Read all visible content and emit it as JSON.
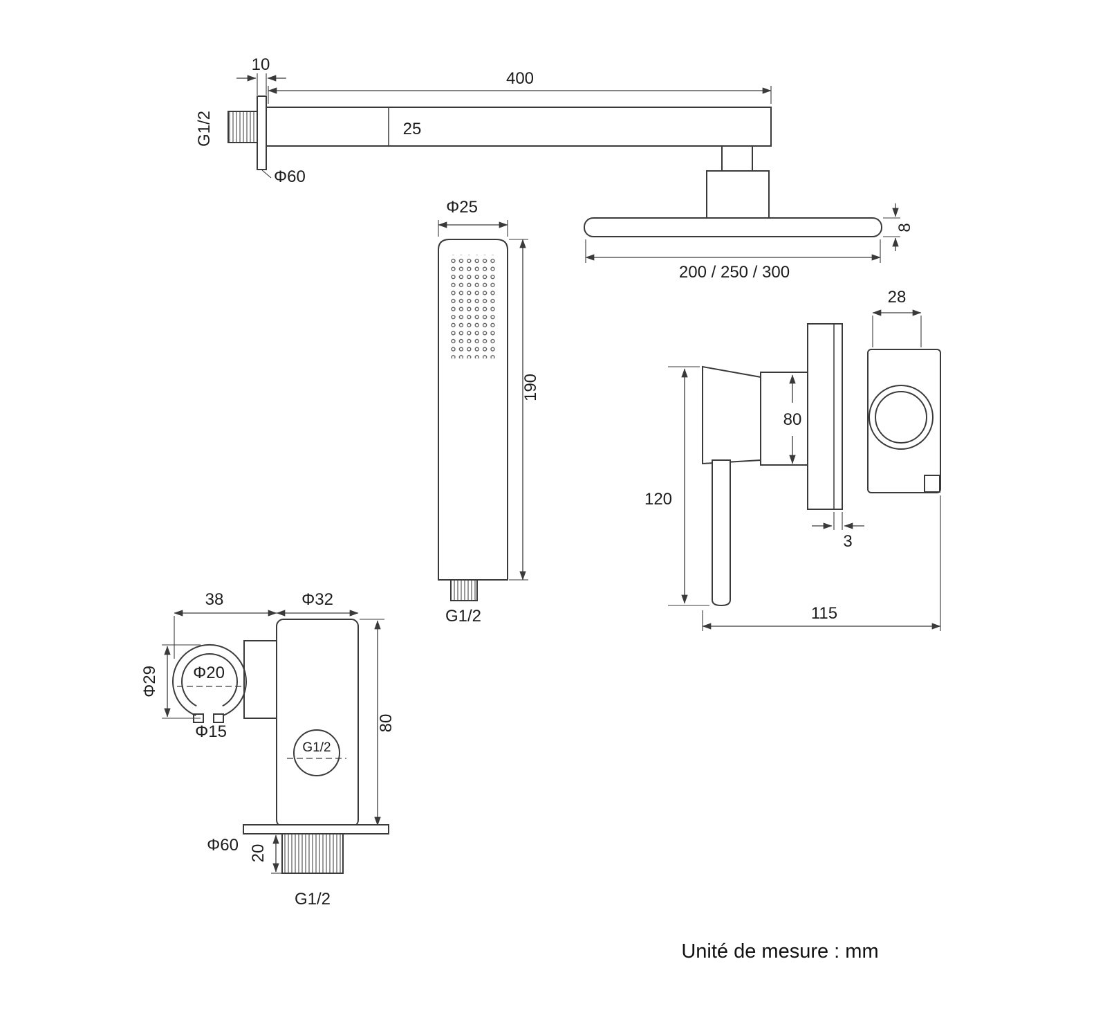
{
  "diagram": {
    "shower_arm": {
      "dim_flange_width": "10",
      "dim_length": "400",
      "dim_height": "25",
      "thread_label": "G1/2",
      "flange_diameter": "Φ60"
    },
    "shower_head": {
      "dim_thickness": "8",
      "dim_diameters": "200 / 250 / 300"
    },
    "hand_shower": {
      "dim_diameter": "Φ25",
      "dim_length": "190",
      "thread_label": "G1/2"
    },
    "mixer_valve": {
      "dim_knob_width": "28",
      "dim_body": "80",
      "dim_height": "120",
      "dim_plate_thickness": "3",
      "dim_depth": "115"
    },
    "wall_outlet": {
      "dim_holder_offset": "38",
      "dim_body_width": "Φ32",
      "dim_holder_outer": "Φ29",
      "dim_holder_inner": "Φ20",
      "dim_holder_gap": "Φ15",
      "dim_body_height": "80",
      "thread_center_label": "G1/2",
      "dim_flange_diameter": "Φ60",
      "dim_stub_length": "20",
      "thread_bottom_label": "G1/2"
    },
    "footer": {
      "unit_note": "Unité de mesure : mm"
    }
  }
}
